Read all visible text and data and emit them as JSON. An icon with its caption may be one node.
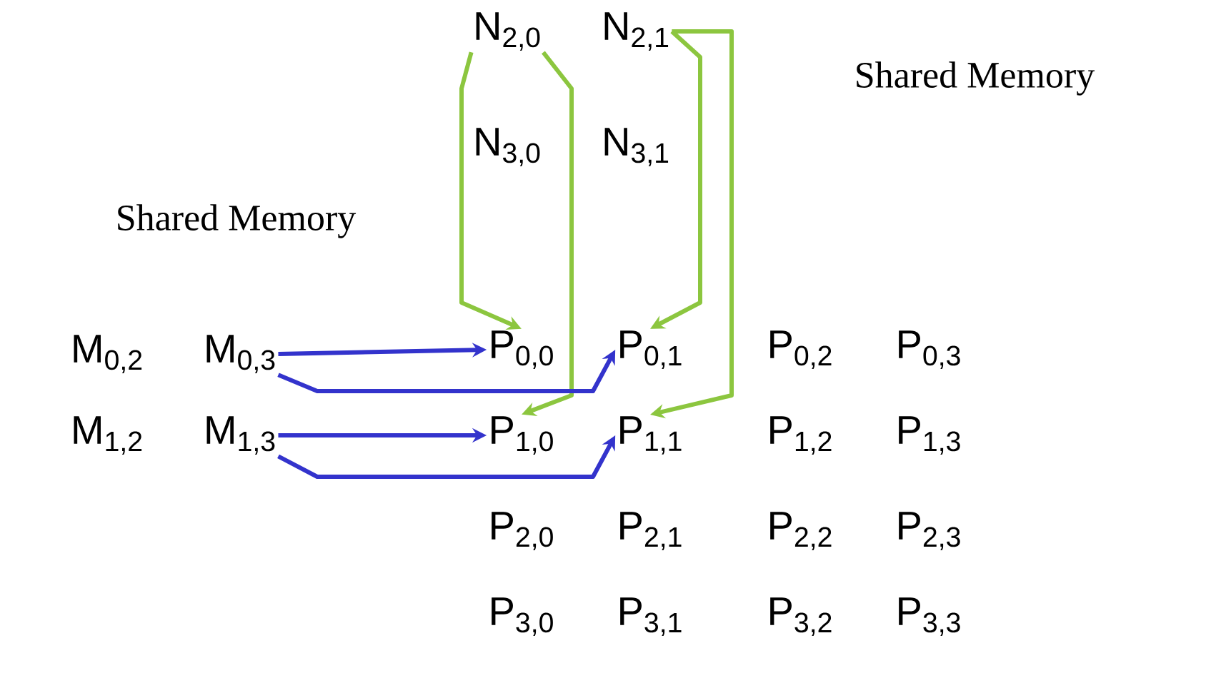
{
  "diagram": {
    "nodes": [
      {
        "text": [
          "N$_{2,0}$"
        ]
      },
      {
        "text": [
          "N$_{2,1}$"
        ]
      },
      {
        "text": [
          "N$_{3,0}$"
        ]
      },
      {
        "text": [
          "N$_{3,1}$"
        ]
      },
      {
        "text": [
          "M$_{0,2}$"
        ]
      },
      {
        "text": [
          "M$_{0,3}$"
        ]
      },
      {
        "text": [
          "M$_{1,2}$"
        ]
      },
      {
        "text": [
          "M$_{1,3}$"
        ]
      },
      {
        "text": [
          "P$_{0,0}$"
        ]
      },
      {
        "text": [
          "P$_{0,1}$"
        ]
      },
      {
        "text": [
          "P$_{0,2}$"
        ]
      },
      {
        "text": [
          "P$_{0,3}$"
        ]
      },
      {
        "text": [
          "P$_{1,0}$"
        ]
      },
      {
        "text": [
          "P$_{1,1}$"
        ]
      },
      {
        "text": [
          "P$_{1,2}$"
        ]
      },
      {
        "text": [
          "P$_{1,3}$"
        ]
      },
      {
        "text": [
          "P$_{2,0}$"
        ]
      },
      {
        "text": [
          "P$_{2,1}$"
        ]
      },
      {
        "text": [
          "P$_{2,2}$"
        ]
      },
      {
        "text": [
          "P$_{2,3}$"
        ]
      },
      {
        "text": [
          "P$_{3,0}$"
        ]
      },
      {
        "text": [
          "P$_{3,1}$"
        ]
      },
      {
        "text": [
          "P$_{3,2}$"
        ]
      },
      {
        "text": [
          "P$_{3,3}$"
        ]
      }
    ],
    "edges": [
      {
        "from": 0,
        "to": 8,
        "arrow": "to",
        "color": "#8cc63f"
      },
      {
        "from": 0,
        "to": 12,
        "arrow": "to",
        "color": "#8cc63f"
      },
      {
        "from": 1,
        "to": 9,
        "arrow": "to",
        "color": "#8cc63f"
      },
      {
        "from": 1,
        "to": 13,
        "arrow": "to",
        "color": "#8cc63f"
      },
      {
        "from": 5,
        "to": 8,
        "arrow": "to",
        "color": "#3333cc"
      },
      {
        "from": 5,
        "to": 9,
        "arrow": "to",
        "color": "#3333cc"
      },
      {
        "from": 7,
        "to": 12,
        "arrow": "to",
        "color": "#3333cc"
      },
      {
        "from": 7,
        "to": 13,
        "arrow": "to",
        "color": "#3333cc"
      }
    ],
    "labels": [
      "Shared Memory",
      "Shared Memory"
    ]
  }
}
